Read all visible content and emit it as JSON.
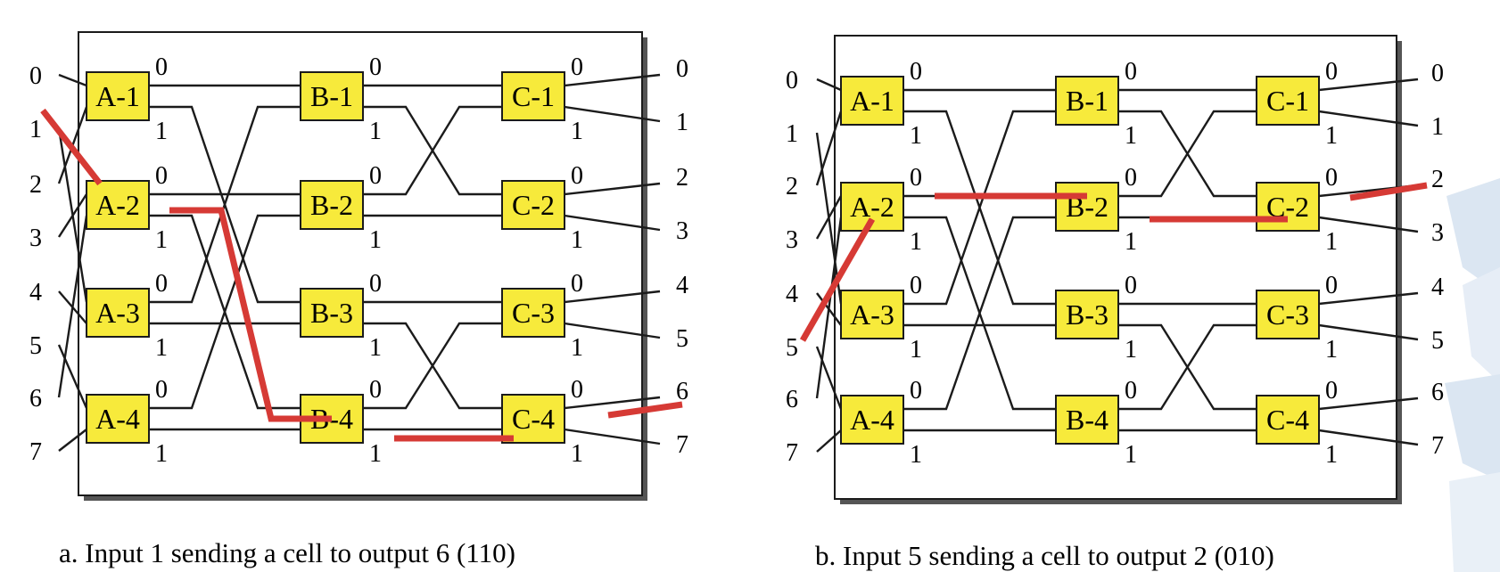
{
  "colors": {
    "switch_fill": "#f7ea3b",
    "route": "#d63a35",
    "wire": "#1b1b1b",
    "deco": "#dbe6f2"
  },
  "switch_labels": [
    "A-1",
    "A-2",
    "A-3",
    "A-4",
    "B-1",
    "B-2",
    "B-3",
    "B-4",
    "C-1",
    "C-2",
    "C-3",
    "C-4"
  ],
  "port_labels": [
    "0",
    "1",
    "2",
    "3",
    "4",
    "5",
    "6",
    "7"
  ],
  "switch_port_labels": [
    "0",
    "1"
  ],
  "panels": [
    {
      "caption": "a. Input 1 sending a cell to output 6 (110)",
      "route_input": "1",
      "route_output": "6"
    },
    {
      "caption": "b. Input 5 sending a cell to output 2 (010)",
      "route_input": "5",
      "route_output": "2"
    }
  ]
}
